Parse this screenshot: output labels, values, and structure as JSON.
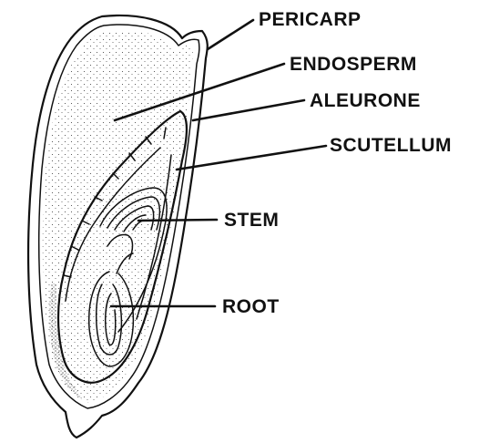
{
  "labels": {
    "pericarp": "PERICARP",
    "endosperm": "ENDOSPERM",
    "aleurone": "ALEURONE",
    "scutellum": "SCUTELLUM",
    "stem": "STEM",
    "root": "ROOT"
  },
  "colors": {
    "ink": "#111111",
    "background": "#ffffff"
  }
}
